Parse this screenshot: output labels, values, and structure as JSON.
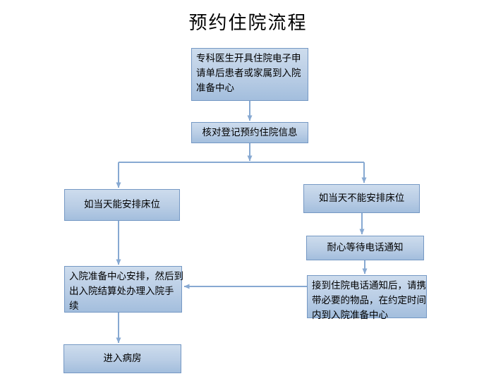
{
  "title": "预约住院流程",
  "colors": {
    "background": "#ffffff",
    "box_fill_top": "#cddced",
    "box_fill_bottom": "#a3bedd",
    "box_border": "#7598c4",
    "arrow": "#87a9d2",
    "text": "#000000"
  },
  "nodes": {
    "start": {
      "label": "专科医生开具住院电子申\n请单后患者或家属到入院\n准备中心"
    },
    "verify": {
      "label": "核对登记预约住院信息"
    },
    "bed_available": {
      "label": "如当天能安排床位"
    },
    "bed_unavailable": {
      "label": "如当天不能安排床位"
    },
    "wait_call": {
      "label": "耐心等待电话通知"
    },
    "receive_call": {
      "label": "接到住院电话通知后，请携\n带必要的物品，在约定时间\n内到入院准备中心"
    },
    "admission_center": {
      "label": "入院准备中心安排，然后到\n出入院结算处办理入院手\n续"
    },
    "enter_ward": {
      "label": "进入病房"
    }
  },
  "edges": [
    {
      "from": "start",
      "to": "verify"
    },
    {
      "from": "verify",
      "to": "branch"
    },
    {
      "from": "branch",
      "to": "bed_available"
    },
    {
      "from": "branch",
      "to": "bed_unavailable"
    },
    {
      "from": "bed_unavailable",
      "to": "wait_call"
    },
    {
      "from": "wait_call",
      "to": "receive_call"
    },
    {
      "from": "receive_call",
      "to": "admission_center"
    },
    {
      "from": "bed_available",
      "to": "admission_center"
    },
    {
      "from": "admission_center",
      "to": "enter_ward"
    }
  ]
}
